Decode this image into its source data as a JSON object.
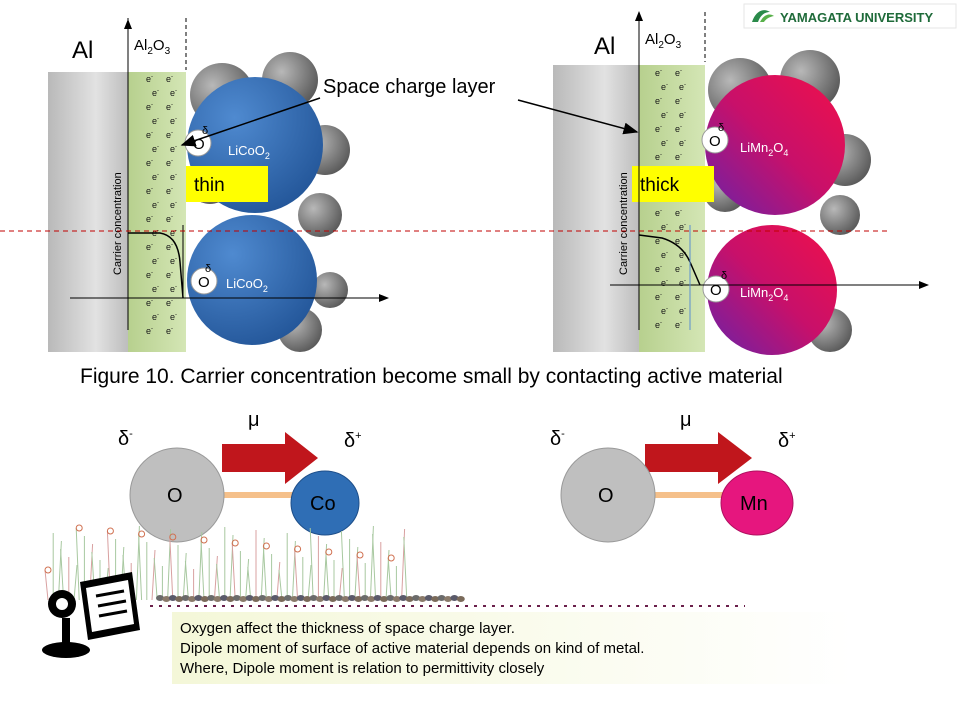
{
  "logo": {
    "text": "YAMAGATA UNIVERSITY"
  },
  "left_panel": {
    "metal_label": "Al",
    "oxide_label": [
      "Al",
      "2",
      "O",
      "3"
    ],
    "particle_label_top": [
      "LiCoO",
      "2"
    ],
    "particle_label_bottom": [
      "LiCoO",
      "2"
    ],
    "thickness_label": "thin",
    "axis_label": "Carrier concentration"
  },
  "right_panel": {
    "metal_label": "Al",
    "oxide_label": [
      "Al",
      "2",
      "O",
      "3"
    ],
    "particle_label_top": [
      "LiMn",
      "2",
      "O",
      "4"
    ],
    "particle_label_bottom": [
      "LiMn",
      "2",
      "O",
      "4"
    ],
    "thickness_label": "thick",
    "axis_label": "Carrier concentration"
  },
  "callout": "Space charge layer",
  "electron_symbol": [
    "e",
    "-"
  ],
  "oxygen_symbol": "O",
  "delta_symbol": "δ",
  "delta_minus_symbol": "-",
  "figure_caption": "Figure 10. Carrier concentration become small by contacting active material",
  "dipoles": [
    {
      "mu": "μ",
      "delta_minus": [
        "δ",
        "-"
      ],
      "delta_plus": [
        "δ",
        "+"
      ],
      "left_atom": "O",
      "right_atom": "Co",
      "right_color": "#2f6eb5"
    },
    {
      "mu": "μ",
      "delta_minus": [
        "δ",
        "-"
      ],
      "delta_plus": [
        "δ",
        "+"
      ],
      "left_atom": "O",
      "right_atom": "Mn",
      "right_color": "#e6167e"
    }
  ],
  "notes": [
    "Oxygen affect the thickness of space charge layer.",
    "Dipole moment of surface of active material depends on kind of metal.",
    "Where, Dipole moment is relation to permittivity closely"
  ],
  "colors": {
    "cobalt_particle": "#2f6eb5",
    "manganese_particle_start": "#e8104e",
    "manganese_particle_end": "#7a1fa0",
    "highlight": "#ffff00",
    "arrow": "#c0161c",
    "dashed_line": "#c00000",
    "oxide_layer": "#c6dba2",
    "metal": "#c8c8c8"
  }
}
